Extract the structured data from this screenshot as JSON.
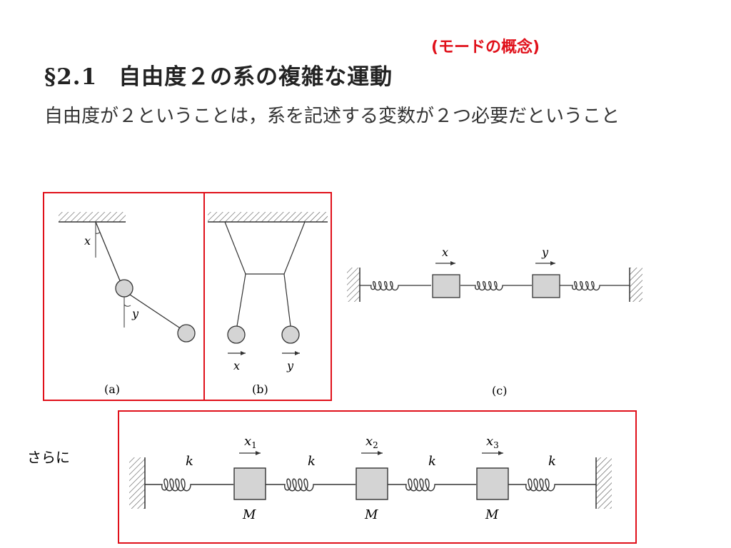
{
  "mode_note": "(モードの概念)",
  "section": {
    "number": "§2.1",
    "title": "自由度２の系の複雑な運動"
  },
  "body_text": "自由度が２ということは，系を記述する変数が２つ必要だということ",
  "figures": {
    "a": {
      "caption": "(a)",
      "var1": "x",
      "var2": "y"
    },
    "b": {
      "caption": "(b)",
      "var1": "x",
      "var2": "y"
    },
    "c": {
      "caption": "(c)",
      "var1": "x",
      "var2": "y"
    }
  },
  "sarani_label": "さらに",
  "three_mass": {
    "spring_label": "k",
    "mass_label": "M",
    "x1": "x",
    "x1_sub": "1",
    "x2": "x",
    "x2_sub": "2",
    "x3": "x",
    "x3_sub": "3"
  },
  "colors": {
    "accent": "#e0101a",
    "mass_fill": "#d4d4d4"
  }
}
